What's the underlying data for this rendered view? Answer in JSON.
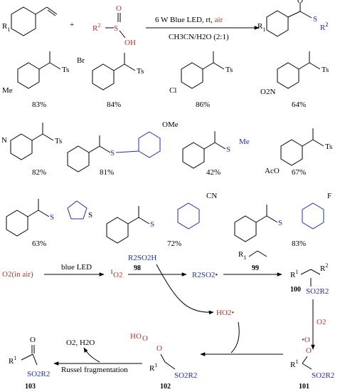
{
  "reaction": {
    "reactant_prefix": "R",
    "reactant_prefix_sup": "1",
    "plus": "+",
    "sulfinic_r": "R",
    "sulfinic_r_sup": "2",
    "sulfinic_S": "S",
    "sulfinic_O": "O",
    "sulfinic_OH": "OH",
    "cond_top": "6 W Blue LED, rt, ",
    "cond_air": "air",
    "cond_bottom": "CH3CN/H2O (2:1)",
    "product_r1": "R",
    "product_r1_sup": "1",
    "product_O": "O",
    "product_S": "S",
    "product_R2": "R",
    "product_R2_sup": "2"
  },
  "examples": [
    {
      "sub": "Ts",
      "pre": "Me",
      "yield": "83%"
    },
    {
      "sub": "Ts",
      "pre": "Br",
      "yield": "84%"
    },
    {
      "sub": "Ts",
      "pre": "Cl",
      "yield": "86%"
    },
    {
      "sub": "Ts",
      "pre": "O2N",
      "yield": "64%"
    },
    {
      "sub": "Ts",
      "pre": "N",
      "yield": "82%"
    },
    {
      "sub": "OMe",
      "pre": "",
      "yield": "81%"
    },
    {
      "sub": "Me",
      "pre": "",
      "yield": "42%"
    },
    {
      "sub": "Ts",
      "pre": "AcO",
      "yield": "67%"
    },
    {
      "sub": "S",
      "pre": "",
      "yield": "63%"
    },
    {
      "sub": "CN",
      "pre": "",
      "yield": "72%"
    },
    {
      "sub": "F",
      "pre": "",
      "yield": "83%"
    }
  ],
  "mechanism": {
    "o2_air": "O2(in air)",
    "blue_led": "blue LED",
    "singlet_o2_sup": "1",
    "singlet_o2": "O2",
    "r2so2h": "R2SO2H",
    "c98": "98",
    "r2so2_rad": "R2SO2•",
    "alkene_r": "R",
    "alkene_r_sup": "1",
    "c99": "99",
    "c100": "100",
    "c100_R1": "R",
    "c100_R1_sup": "1",
    "c100_R2": "R",
    "c100_R2_sup": "2",
    "c100_SO2R2": "SO2R2",
    "ho2_rad": "HO2•",
    "o2_step": "O2",
    "c101": "101",
    "c101_OO": "•O",
    "c101_O": "O",
    "c101_SO2R2": "SO2R2",
    "c101_R1": "R",
    "c101_R1_sup": "1",
    "c102": "102",
    "c102_HO": "HO",
    "c102_O1": "O",
    "c102_O2": "O",
    "c102_SO2R2": "SO2R2",
    "c102_R1": "R",
    "c102_R1_sup": "1",
    "o2_h2o": "O2, H2O",
    "russel": "Russel fragmentation",
    "c103": "103",
    "c103_O": "O",
    "c103_R1": "R",
    "c103_R1_sup": "1",
    "c103_SO2R2": "SO2R2"
  }
}
